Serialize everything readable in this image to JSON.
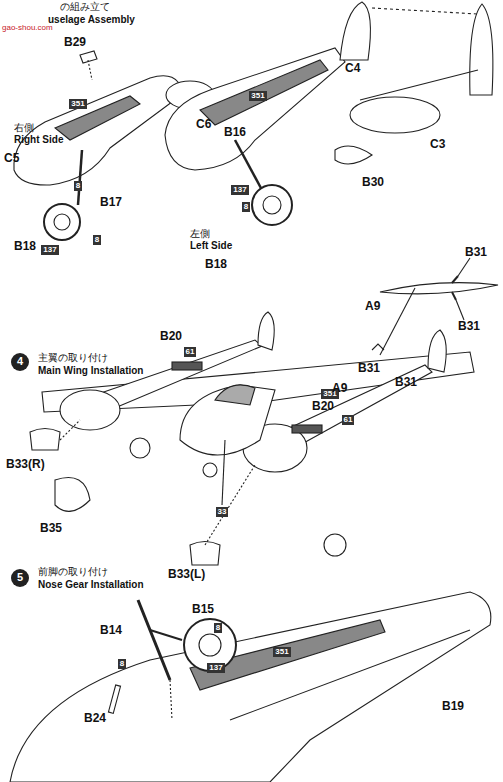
{
  "diagram": {
    "nodes": [
      {
        "text": [
          "351"
        ]
      },
      {
        "text": [
          "8"
        ]
      },
      {
        "text": [
          "137"
        ]
      },
      {
        "text": [
          "8"
        ]
      },
      {
        "text": [
          "351"
        ]
      },
      {
        "text": [
          "137"
        ]
      },
      {
        "text": [
          "8"
        ]
      },
      {
        "text": [
          "4"
        ]
      },
      {
        "text": [
          "61"
        ]
      },
      {
        "text": [
          "351"
        ]
      },
      {
        "text": [
          "61"
        ]
      },
      {
        "text": [
          "33"
        ]
      },
      {
        "text": [
          "5"
        ]
      },
      {
        "text": [
          "8"
        ]
      },
      {
        "text": [
          "137"
        ]
      },
      {
        "text": [
          "8"
        ]
      },
      {
        "text": [
          "351"
        ]
      }
    ],
    "labels": [
      "gao-shou.com",
      "の組み立て",
      "uselage Assembly",
      "B29",
      "右側",
      "Right Side",
      "C5",
      "B17",
      "B18",
      "C4",
      "C6",
      "B16",
      "C3",
      "B30",
      "左側",
      "Left Side",
      "B18",
      "主翼の取り付け",
      "Main Wing Installation",
      "B20",
      "A9",
      "B31",
      "B31",
      "B31",
      "A9",
      "B31",
      "B20",
      "B33(R)",
      "B35",
      "B33(L)",
      "前脚の取り付け",
      "Nose Gear Installation",
      "B15",
      "B14",
      "B24",
      "B19"
    ]
  }
}
